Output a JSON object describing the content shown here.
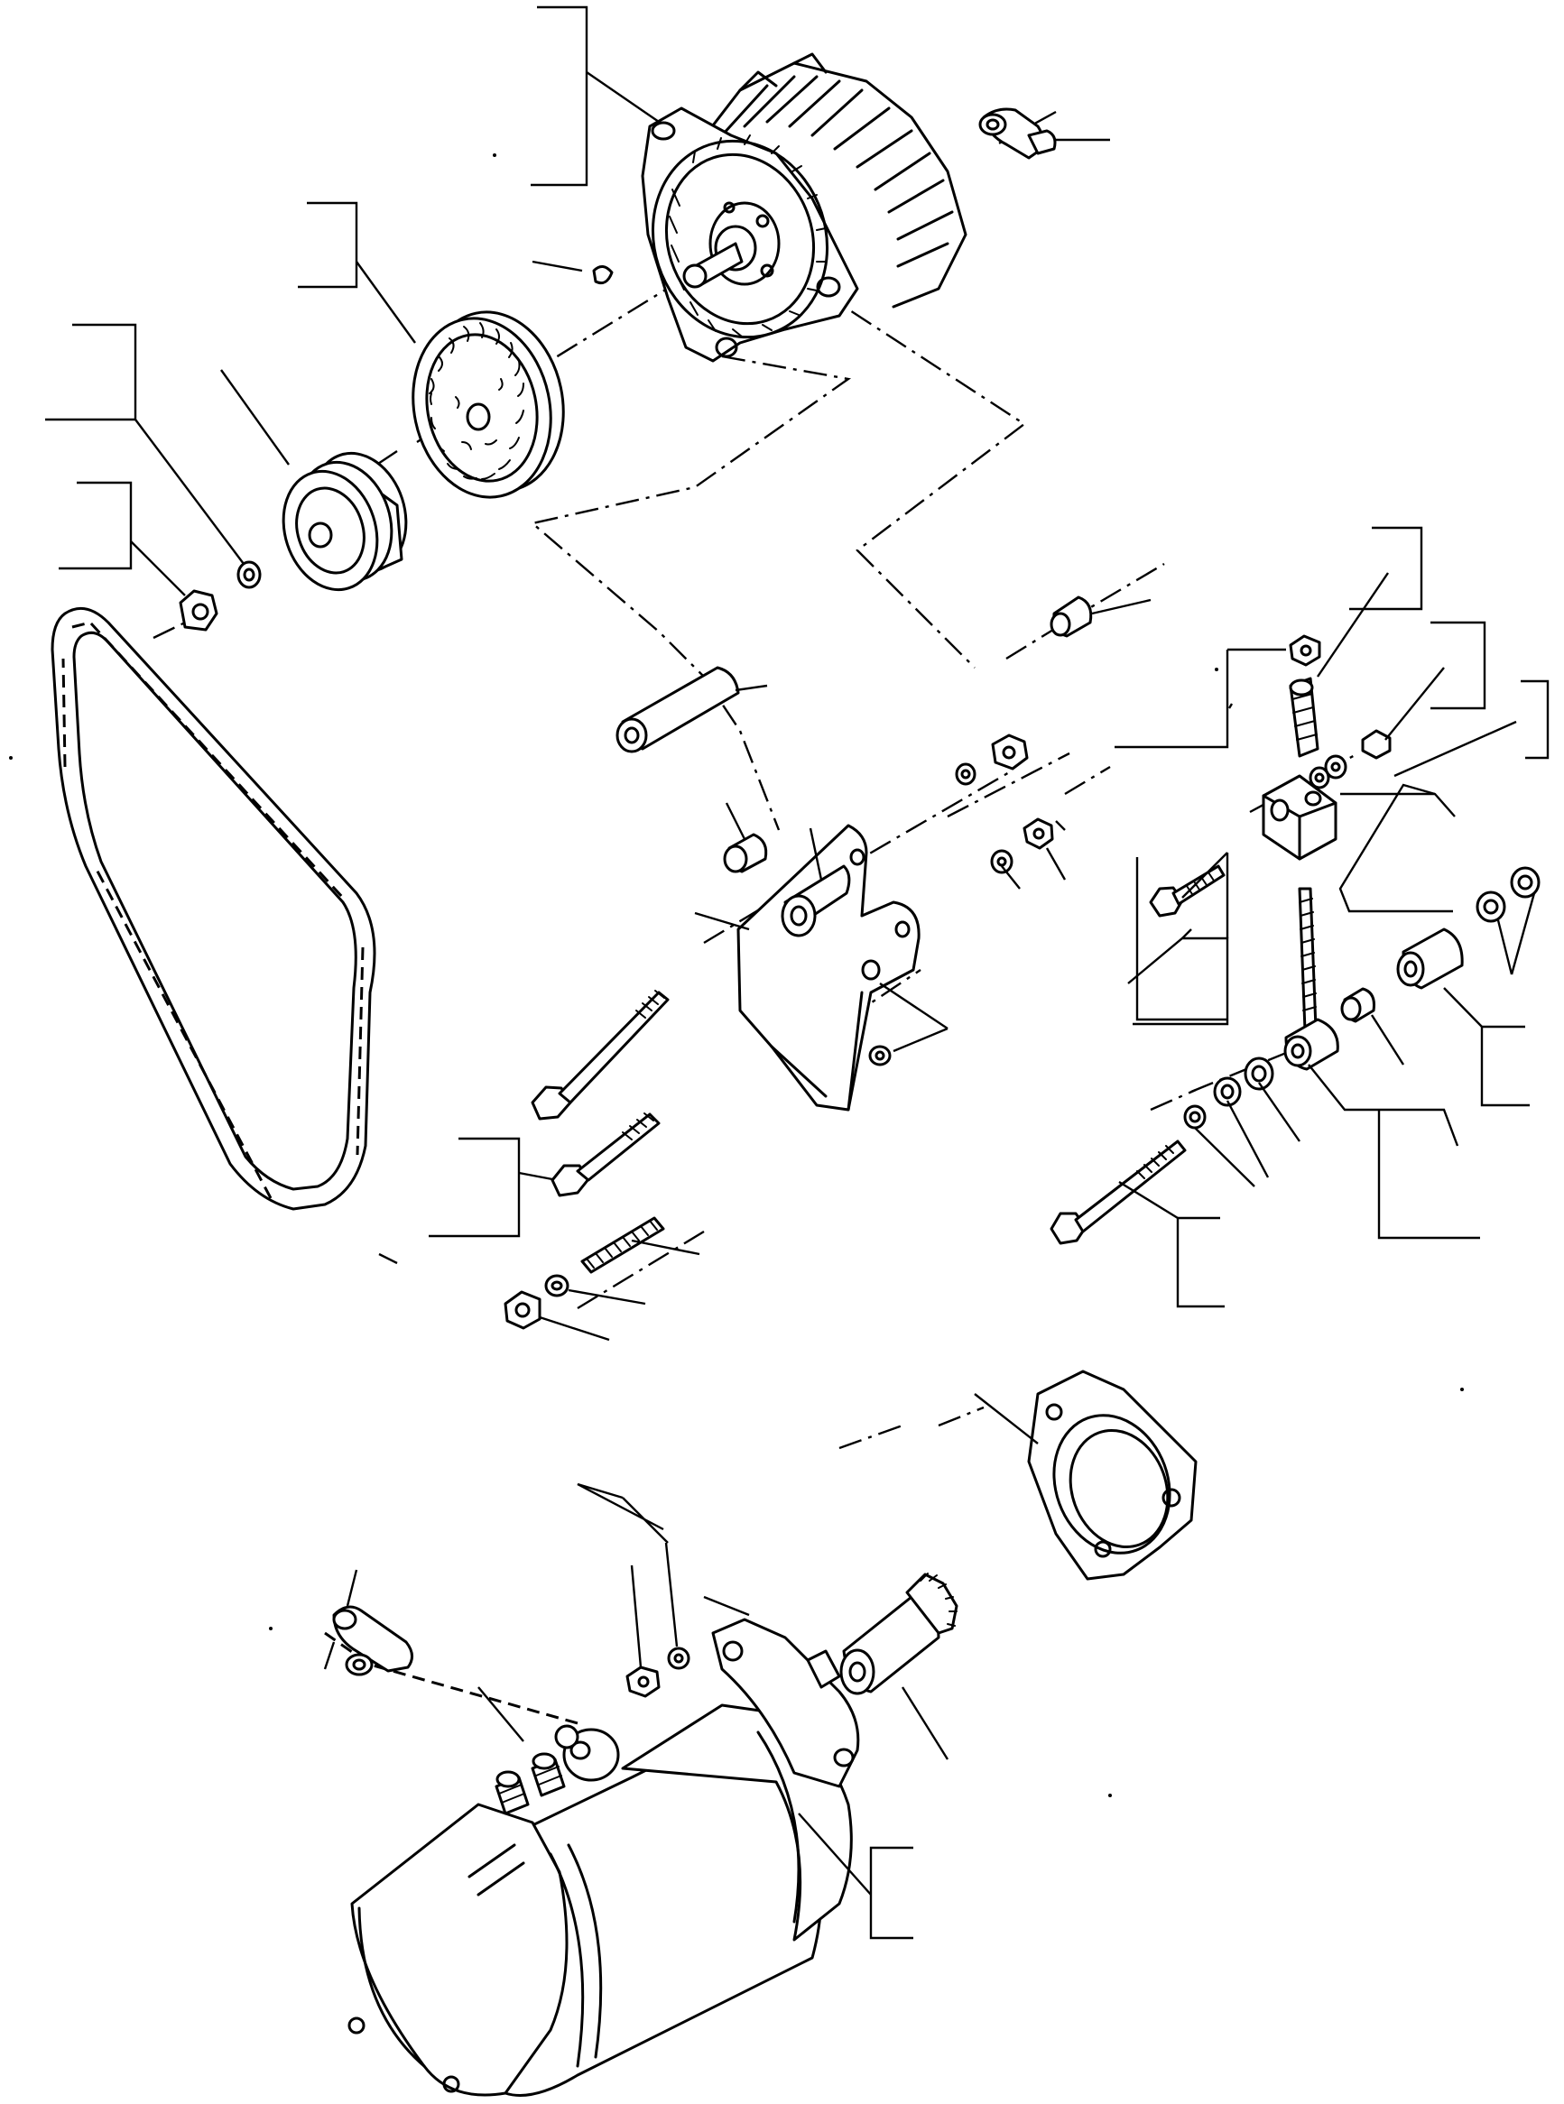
{
  "diagram": {
    "labels": [],
    "parts": [
      "alternator",
      "alternator-connector",
      "woodruff-key",
      "fan-wheel",
      "pulley",
      "lock-washer",
      "pulley-nut",
      "v-belt",
      "bracket-spacer-long",
      "bracket-spacer-short",
      "alternator-bracket",
      "bracket-bolt-long",
      "bracket-bolt",
      "stud",
      "stud-washer",
      "stud-nut",
      "tensioner-block",
      "tension-bolt",
      "adjusting-rod",
      "tension-sleeve",
      "tension-bushing",
      "adjusting-link",
      "link-bolt",
      "starter-flange-plate",
      "starter-motor",
      "starter-pinion",
      "starter-connector",
      "starter-terminal-nuts"
    ]
  }
}
